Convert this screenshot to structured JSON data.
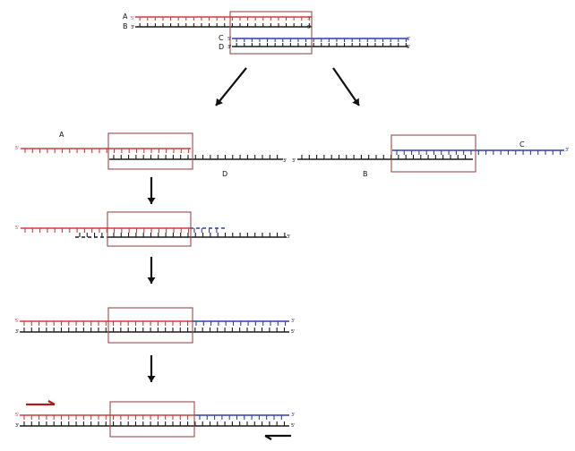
{
  "colors": {
    "strand_red": "#d23b3b",
    "strand_black": "#1a1a1a",
    "strand_blue": "#2f3fb0",
    "box": "#9b4a4a",
    "arrow": "#111111",
    "primer_red": "#b01c1c"
  },
  "labels": {
    "five_prime": "5'",
    "three_prime": "3'",
    "top": {
      "a": "A",
      "b": "B",
      "c": "C",
      "d": "D"
    },
    "left": {
      "a": "A",
      "d": "D"
    },
    "right": {
      "b": "B",
      "c": "C"
    }
  },
  "steps": [
    {
      "id": "top-duplexes"
    },
    {
      "id": "left-annealed-A-D"
    },
    {
      "id": "right-annealed-B-C"
    },
    {
      "id": "extension"
    },
    {
      "id": "double-stranded-product"
    },
    {
      "id": "primers-amplification"
    }
  ]
}
